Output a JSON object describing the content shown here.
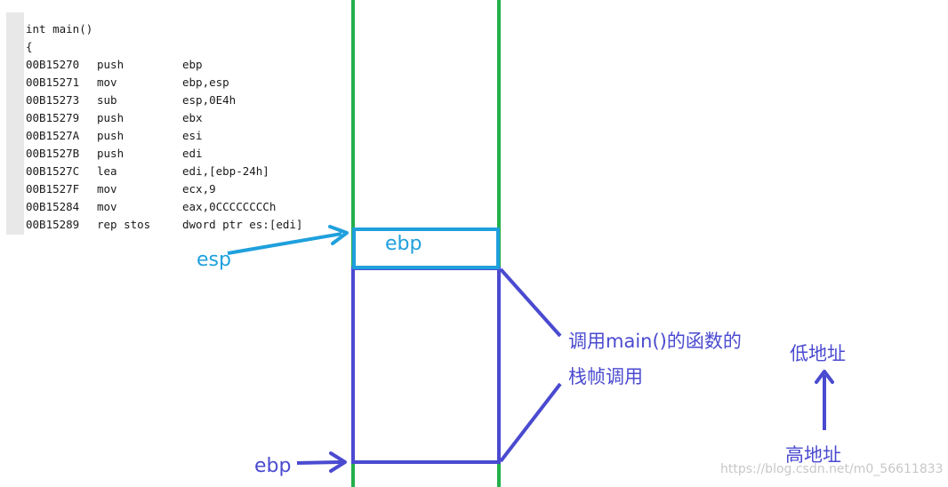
{
  "code": {
    "header": "int main()",
    "brace": "{",
    "lines": [
      {
        "addr": "00B15270",
        "op": "push",
        "args": "ebp"
      },
      {
        "addr": "00B15271",
        "op": "mov",
        "args": "ebp,esp"
      },
      {
        "addr": "00B15273",
        "op": "sub",
        "args": "esp,0E4h"
      },
      {
        "addr": "00B15279",
        "op": "push",
        "args": "ebx"
      },
      {
        "addr": "00B1527A",
        "op": "push",
        "args": "esi"
      },
      {
        "addr": "00B1527B",
        "op": "push",
        "args": "edi"
      },
      {
        "addr": "00B1527C",
        "op": "lea",
        "args": "edi,[ebp-24h]"
      },
      {
        "addr": "00B1527F",
        "op": "mov",
        "args": "ecx,9"
      },
      {
        "addr": "00B15284",
        "op": "mov",
        "args": "eax,0CCCCCCCCh"
      },
      {
        "addr": "00B15289",
        "op": "rep stos",
        "args": "dword ptr es:[edi]"
      }
    ]
  },
  "labels": {
    "esp": "esp",
    "ebp_top": "ebp",
    "ebp_bottom": "ebp",
    "frame_note_line1": "调用main()的函数的",
    "frame_note_line2": "栈帧调用",
    "low_address": "低地址",
    "high_address": "高地址"
  },
  "watermark": "https://blog.csdn.net/m0_56611833",
  "colors": {
    "stack_rail": "#22b04a",
    "main_frame": "#1fa0dd",
    "caller_frame": "#4a4ad0"
  }
}
